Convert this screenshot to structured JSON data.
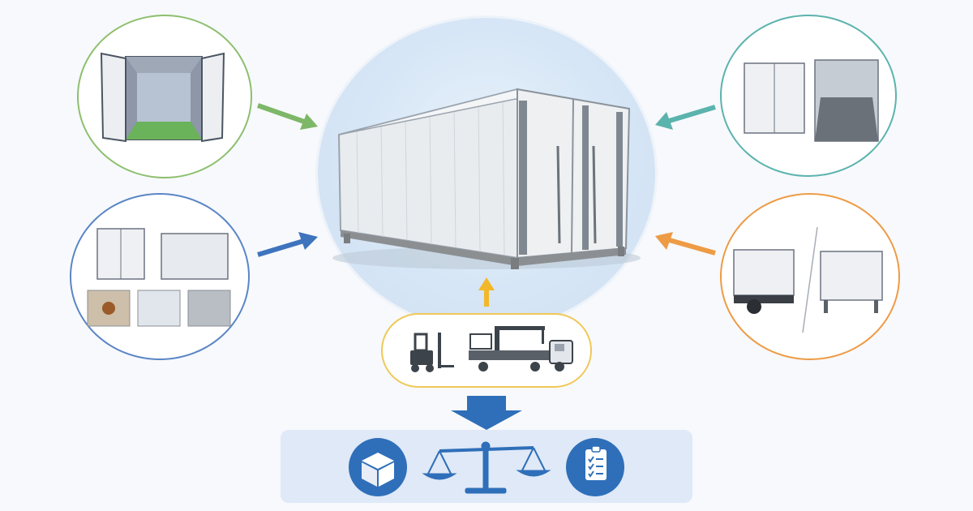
{
  "diagram": {
    "center": {
      "subject": "shipping-container"
    },
    "inputs": [
      {
        "id": "interior",
        "color": "#7db768"
      },
      {
        "id": "inspection",
        "color": "#4f7fc0"
      },
      {
        "id": "doors-floor",
        "color": "#5bb3ad"
      },
      {
        "id": "vehicle-vs-standalone",
        "color": "#ee9b45"
      },
      {
        "id": "handling-equipment",
        "color": "#f0c857"
      }
    ],
    "output": {
      "arrow_color": "#2f6fb9",
      "icons": [
        "box-icon",
        "scale-icon",
        "checklist-icon"
      ]
    }
  }
}
